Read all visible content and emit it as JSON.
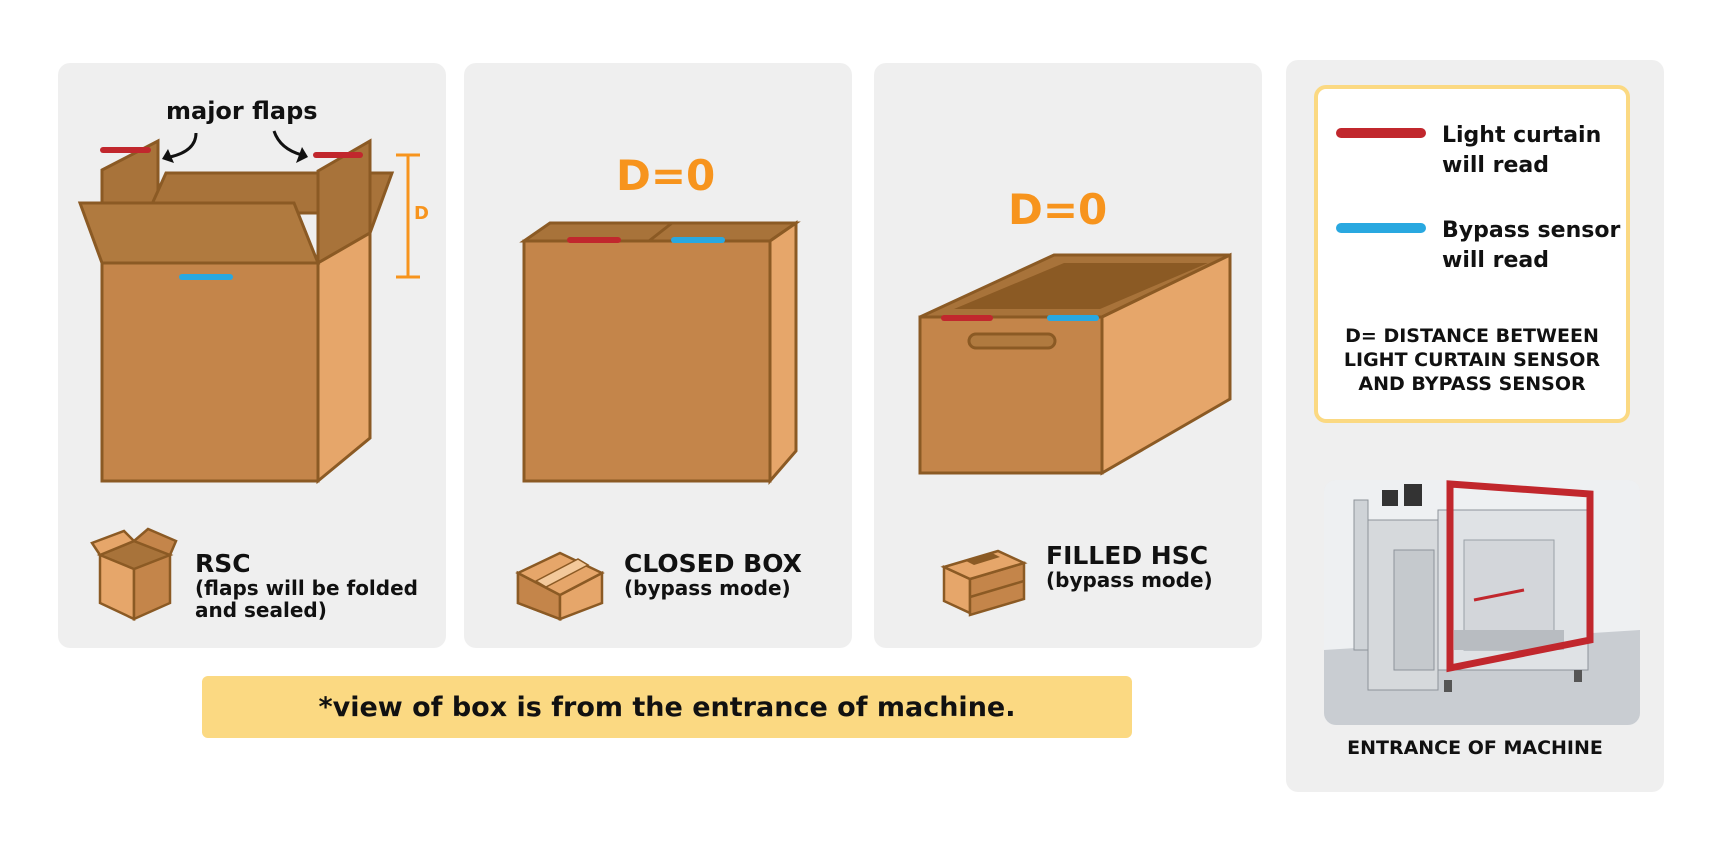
{
  "panels": [
    {
      "d_label": "D",
      "flaps_label": "major flaps",
      "title": "RSC",
      "subtitle_1": "(flaps will be folded",
      "subtitle_2": "and sealed)"
    },
    {
      "d_label": "D=0",
      "title": "CLOSED BOX",
      "subtitle_1": "(bypass mode)"
    },
    {
      "d_label": "D=0",
      "title": "FILLED HSC",
      "subtitle_1": "(bypass mode)"
    }
  ],
  "note": "*view of box is from the entrance of machine.",
  "legend": {
    "light_curtain_1": "Light curtain",
    "light_curtain_2": "will read",
    "bypass_1": "Bypass sensor",
    "bypass_2": "will read",
    "def_1": "D= DISTANCE BETWEEN",
    "def_2": "LIGHT CURTAIN SENSOR",
    "def_3": "AND BYPASS SENSOR"
  },
  "machine_caption": "ENTRANCE OF MACHINE",
  "colors": {
    "light_curtain": "#c1272d",
    "bypass": "#29a8e0",
    "accent": "#f7941d",
    "note_bg": "#fbd982",
    "box_front": "#c4854a",
    "box_side": "#e6a66a",
    "box_top": "#a8733a",
    "outline": "#8b5a24"
  }
}
